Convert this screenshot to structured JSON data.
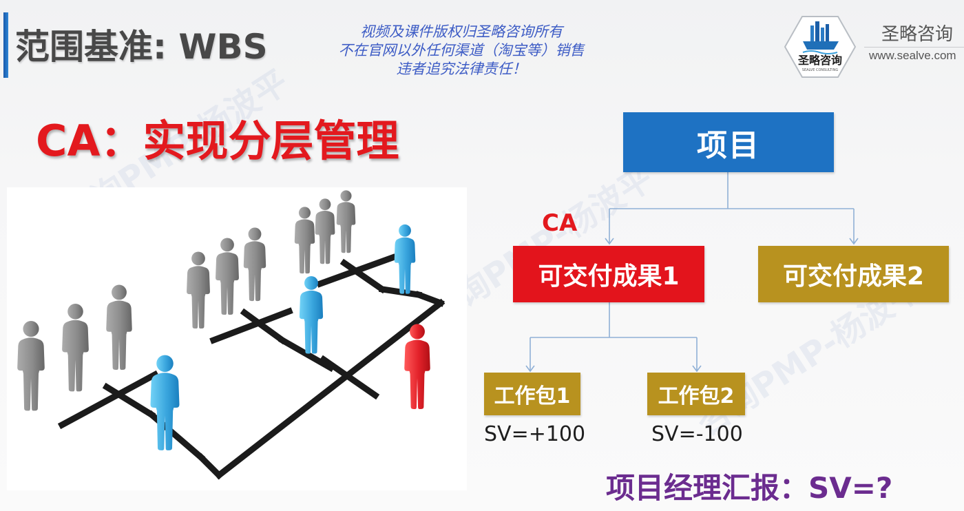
{
  "slide": {
    "title": "范围基准: WBS",
    "copyright_lines": [
      "视频及课件版权归圣略咨询所有",
      "不在官网以外任何渠道（淘宝等）销售",
      "违者追究法律责任！"
    ],
    "subtitle": "CA：实现分层管理",
    "watermark": "咨询PMP-杨波平"
  },
  "brand": {
    "logo_name": "圣略咨询",
    "logo_tagline": "SEALVE CONSULTING",
    "name": "圣略咨询",
    "website": "www.sealve.com"
  },
  "wbs": {
    "root": "项目",
    "control_account_label": "CA",
    "deliverables": [
      {
        "label": "可交付成果1"
      },
      {
        "label": "可交付成果2"
      }
    ],
    "work_packages": [
      {
        "label": "工作包1",
        "sv": "SV=+100"
      },
      {
        "label": "工作包2",
        "sv": "SV=-100"
      }
    ],
    "summary_question": "项目经理汇报：SV=?"
  },
  "colors": {
    "accent_bar": "#1e70c1",
    "title_text": "#484848",
    "notice_text": "#3d5cc5",
    "subtitle_red": "#e3191e",
    "root_node": "#1e72c3",
    "deliverable_1": "#e3141c",
    "deliverable_2": "#b8921f",
    "work_package": "#b8921f",
    "question_purple": "#6b2c8f",
    "connector": "#8fb0d6"
  },
  "icons": {
    "brand_logo": "ship-logo-icon"
  }
}
